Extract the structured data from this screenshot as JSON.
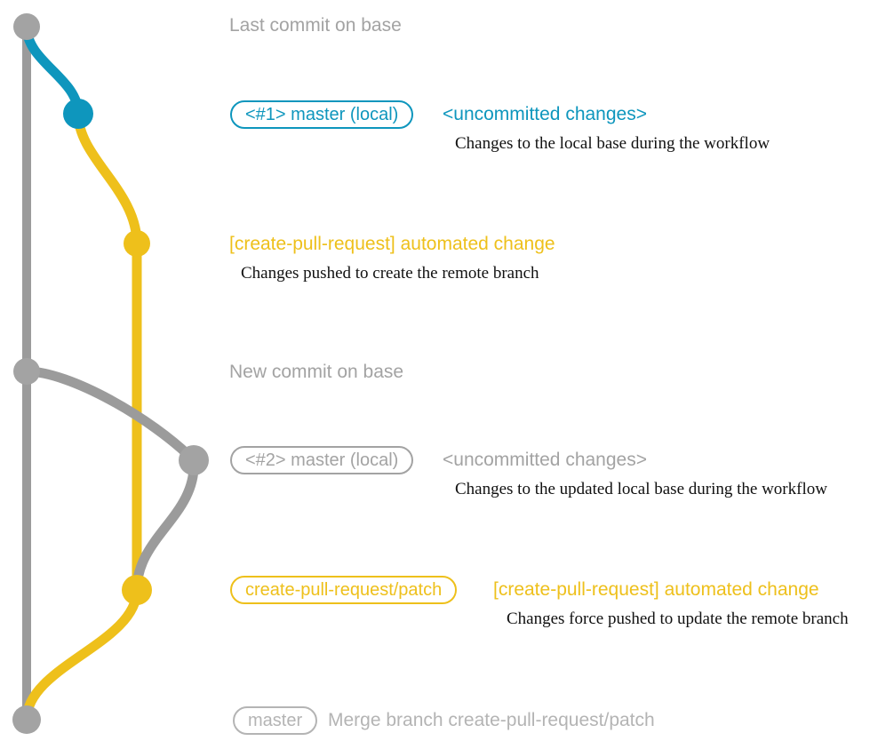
{
  "diagram": {
    "title": "git branch graph for create-pull-request workflow",
    "colors": {
      "base_grey": "#a3a3a3",
      "line_grey": "#9b9b9b",
      "branch_blue": "#0e96bd",
      "branch_yellow": "#eec01b",
      "pill_light_grey": "#b4b4b4",
      "note_text": "#111111",
      "background": "#ffffff"
    },
    "lane_count": 3,
    "entries": [
      {
        "id": "last-commit-on-base",
        "tag": null,
        "subject": "Last commit on base",
        "subject_color": "grey",
        "note": null,
        "node_color": "grey"
      },
      {
        "id": "local-master-1",
        "tag": "<#1> master (local)",
        "tag_color": "blue",
        "subject": "<uncommitted changes>",
        "subject_color": "blue",
        "note": "Changes to the local base during the workflow",
        "node_color": "blue"
      },
      {
        "id": "automated-change-1",
        "tag": null,
        "subject": "[create-pull-request] automated change",
        "subject_color": "yellow",
        "note": "Changes pushed to create the remote branch",
        "node_color": "yellow"
      },
      {
        "id": "new-commit-on-base",
        "tag": null,
        "subject": "New commit on base",
        "subject_color": "grey",
        "note": null,
        "node_color": "grey"
      },
      {
        "id": "local-master-2",
        "tag": "<#2> master (local)",
        "tag_color": "grey",
        "subject": "<uncommitted changes>",
        "subject_color": "grey",
        "note": "Changes to the updated local base during the workflow",
        "node_color": "grey"
      },
      {
        "id": "automated-change-2",
        "tag": "create-pull-request/patch",
        "tag_color": "yellow",
        "subject": "[create-pull-request] automated change",
        "subject_color": "yellow",
        "note": "Changes force pushed to update the remote branch",
        "node_color": "yellow"
      },
      {
        "id": "merge-commit",
        "tag": "master",
        "tag_color": "lightgrey",
        "subject": "Merge branch create-pull-request/patch",
        "subject_color": "lightgrey",
        "note": null,
        "node_color": "grey"
      }
    ]
  }
}
